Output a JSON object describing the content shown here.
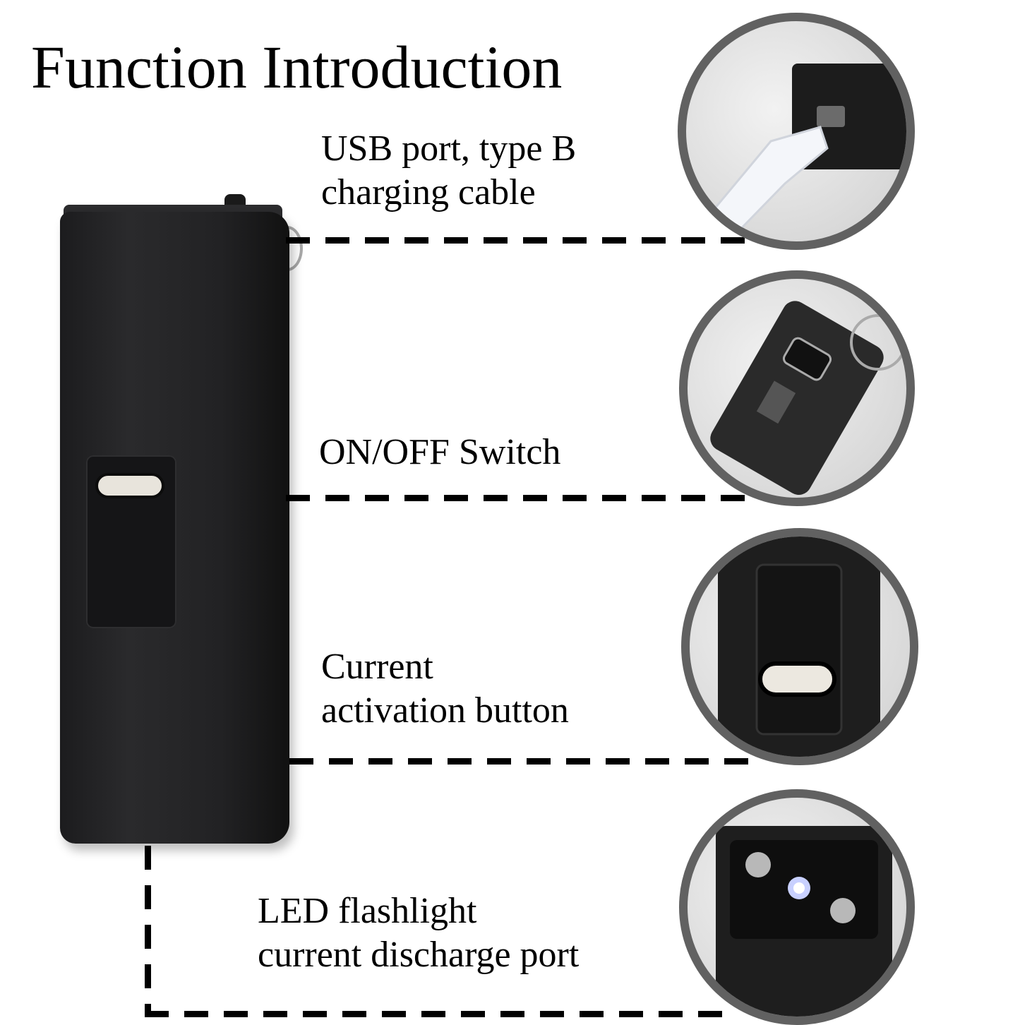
{
  "title": "Function Introduction",
  "features": [
    {
      "lines": [
        "USB port, type B",
        "charging cable"
      ],
      "photo_icon": "usb-cable-photo-icon"
    },
    {
      "lines": [
        "ON/OFF Switch"
      ],
      "photo_icon": "power-switch-photo-icon"
    },
    {
      "lines": [
        "Current",
        "activation button"
      ],
      "photo_icon": "activation-button-photo-icon"
    },
    {
      "lines": [
        "LED flashlight",
        "current discharge port"
      ],
      "photo_icon": "led-discharge-port-photo-icon"
    }
  ],
  "colors": {
    "circle_border": "#616161",
    "device": "#1f1f21",
    "text": "#000000"
  }
}
